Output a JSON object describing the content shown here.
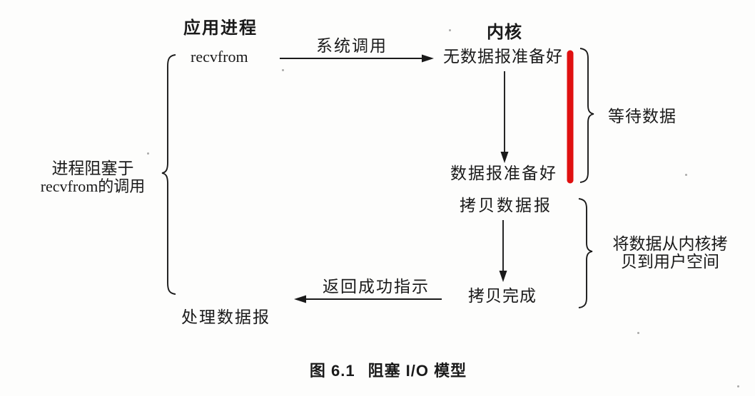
{
  "colors": {
    "red_bar": "#e01010",
    "ink": "#1a1a1a",
    "background": "#fdfdfc"
  },
  "diagram": {
    "app_column_header": "应用进程",
    "kernel_column_header": "内核",
    "recvfrom_call": "recvfrom",
    "syscall_arrow_label": "系统调用",
    "kernel_state_no_datagram": "无数据报准备好",
    "kernel_state_datagram_ready": "数据报准备好",
    "kernel_state_copy_datagram": "拷贝数据报",
    "kernel_state_copy_complete": "拷贝完成",
    "wait_data_label": "等待数据",
    "copy_to_user_label_line1": "将数据从内核拷",
    "copy_to_user_label_line2": "贝到用户空间",
    "process_block_label_line1": "进程阻塞于",
    "process_block_label_line2": "recvfrom的调用",
    "return_arrow_label": "返回成功指示",
    "process_datagram_label": "处理数据报",
    "caption_figure_number": "图 6.1",
    "caption_title": "阻塞 I/O 模型"
  }
}
